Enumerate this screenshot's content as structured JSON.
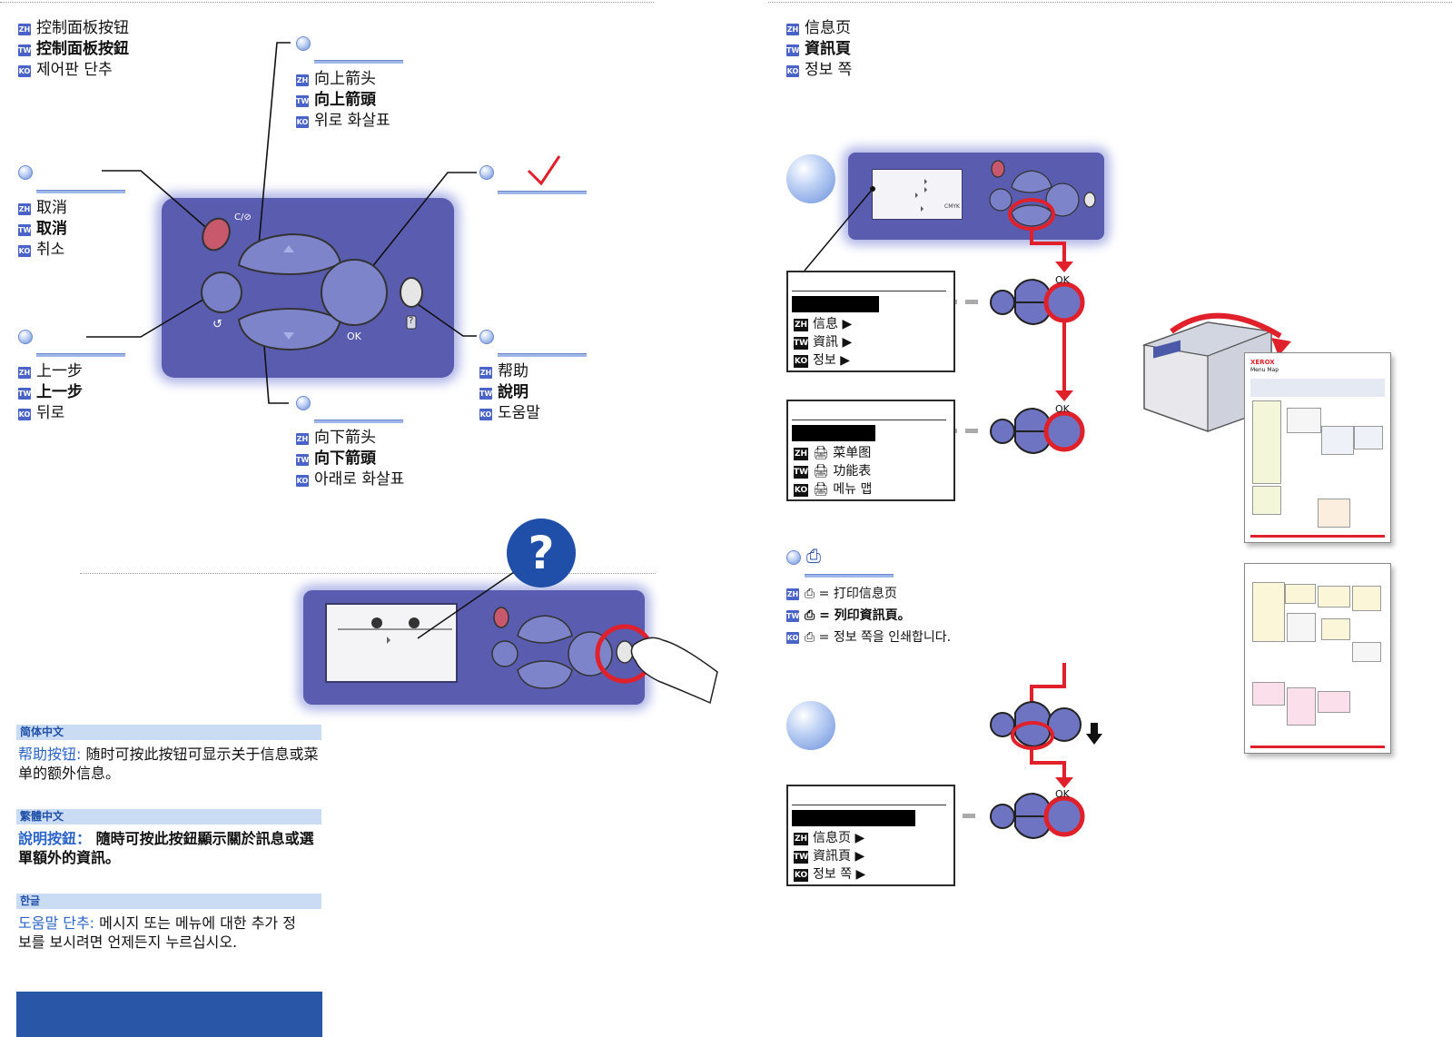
{
  "control_panel_heading": {
    "zh": "控制面板按钮",
    "tw": "控制面板按鈕",
    "ko": "제어판 단추"
  },
  "info_pages_heading": {
    "zh": "信息页",
    "tw": "資訊頁",
    "ko": "정보 쪽"
  },
  "lang_tags": {
    "zh": "ZH",
    "tw": "TW",
    "ko": "KO"
  },
  "callouts": {
    "up_arrow": {
      "zh": "向上箭头",
      "tw": "向上箭頭",
      "ko": "위로 화살표"
    },
    "cancel": {
      "zh": "取消",
      "tw": "取消",
      "ko": "취소"
    },
    "back": {
      "zh": "上一步",
      "tw": "上一步",
      "ko": "뒤로"
    },
    "down_arrow": {
      "zh": "向下箭头",
      "tw": "向下箭頭",
      "ko": "아래로 화살표"
    },
    "help": {
      "zh": "帮助",
      "tw": "說明",
      "ko": "도움말"
    }
  },
  "panel_labels": {
    "ok": "OK",
    "cancel_symbol": "C/⊘",
    "back_symbol": "↺",
    "help_symbol": "?"
  },
  "check_mark": "✓",
  "help_sections": [
    {
      "header": "简体中文",
      "term": "帮助按钮:",
      "text": "随时可按此按钮可显示关于信息或菜单的额外信息。"
    },
    {
      "header": "繁體中文",
      "term": "說明按鈕：",
      "text": "隨時可按此按鈕顯示關於訊息或選單額外的資訊。"
    },
    {
      "header": "한글",
      "term": "도움말 단추:",
      "text": "메시지 또는 메뉴에 대한 추가 정보를 보시려면 언제든지 누르십시오."
    }
  ],
  "menu_screen_1": {
    "items": [
      {
        "tag": "ZH",
        "label": "信息"
      },
      {
        "tag": "TW",
        "label": "資訊"
      },
      {
        "tag": "KO",
        "label": "정보"
      }
    ]
  },
  "menu_screen_2": {
    "items": [
      {
        "tag": "ZH",
        "label": "菜单图"
      },
      {
        "tag": "TW",
        "label": "功能表"
      },
      {
        "tag": "KO",
        "label": "메뉴 맵"
      }
    ]
  },
  "menu_screen_3": {
    "items": [
      {
        "tag": "ZH",
        "label": "信息页"
      },
      {
        "tag": "TW",
        "label": "資訊頁"
      },
      {
        "tag": "KO",
        "label": "정보 쪽"
      }
    ]
  },
  "print_info": {
    "zh": "= 打印信息页",
    "tw": "= 列印資訊頁。",
    "ko": "= 정보 쪽을 인쇄합니다."
  },
  "ok_label": "OK",
  "lcd_small_text": "CMYK",
  "menu_map_brand": "XEROX",
  "menu_map_title": "Menu Map",
  "colors": {
    "panel": "#5a5cb0",
    "accent_red": "#e0202a",
    "section_bg": "#c9dcf3",
    "link_blue": "#2a64c8",
    "footer_bar": "#2a56a8"
  }
}
